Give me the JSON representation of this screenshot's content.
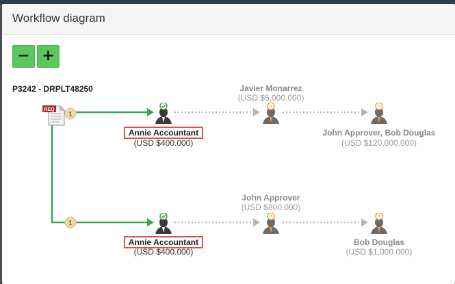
{
  "modal": {
    "title": "Workflow diagram"
  },
  "controls": {
    "zoom_out": "−",
    "zoom_in": "+"
  },
  "request": {
    "id": "P3242 - DRPLT48250",
    "doc_label": "REQ",
    "step_number": "1",
    "step_number_2": "1"
  },
  "row1": {
    "approver1": {
      "name": "Annie Accountant",
      "amount": "(USD $400.000)",
      "status": "approved"
    },
    "approver2": {
      "name": "Javier Monarrez",
      "amount": "(USD $5,000.000)",
      "status": "pending"
    },
    "approver3": {
      "name": "John Approver, Bob Douglas",
      "amount": "(USD $120,000.000)",
      "status": "pending"
    }
  },
  "row2": {
    "approver1": {
      "name": "Annie Accountant",
      "amount": "(USD $400.000)",
      "status": "approved"
    },
    "approver2": {
      "name": "John Approver",
      "amount": "(USD $800.000)",
      "status": "pending"
    },
    "approver3": {
      "name": "Bob Douglas",
      "amount": "(USD $1,000.000)",
      "status": "pending"
    }
  },
  "colors": {
    "approved_line": "#3aa64a",
    "pending_line": "#b5b5b5",
    "highlight_border": "#d9534f",
    "button_green": "#5ac85d",
    "pending_badge": "#f0a044",
    "approved_badge": "#3aa64a"
  }
}
